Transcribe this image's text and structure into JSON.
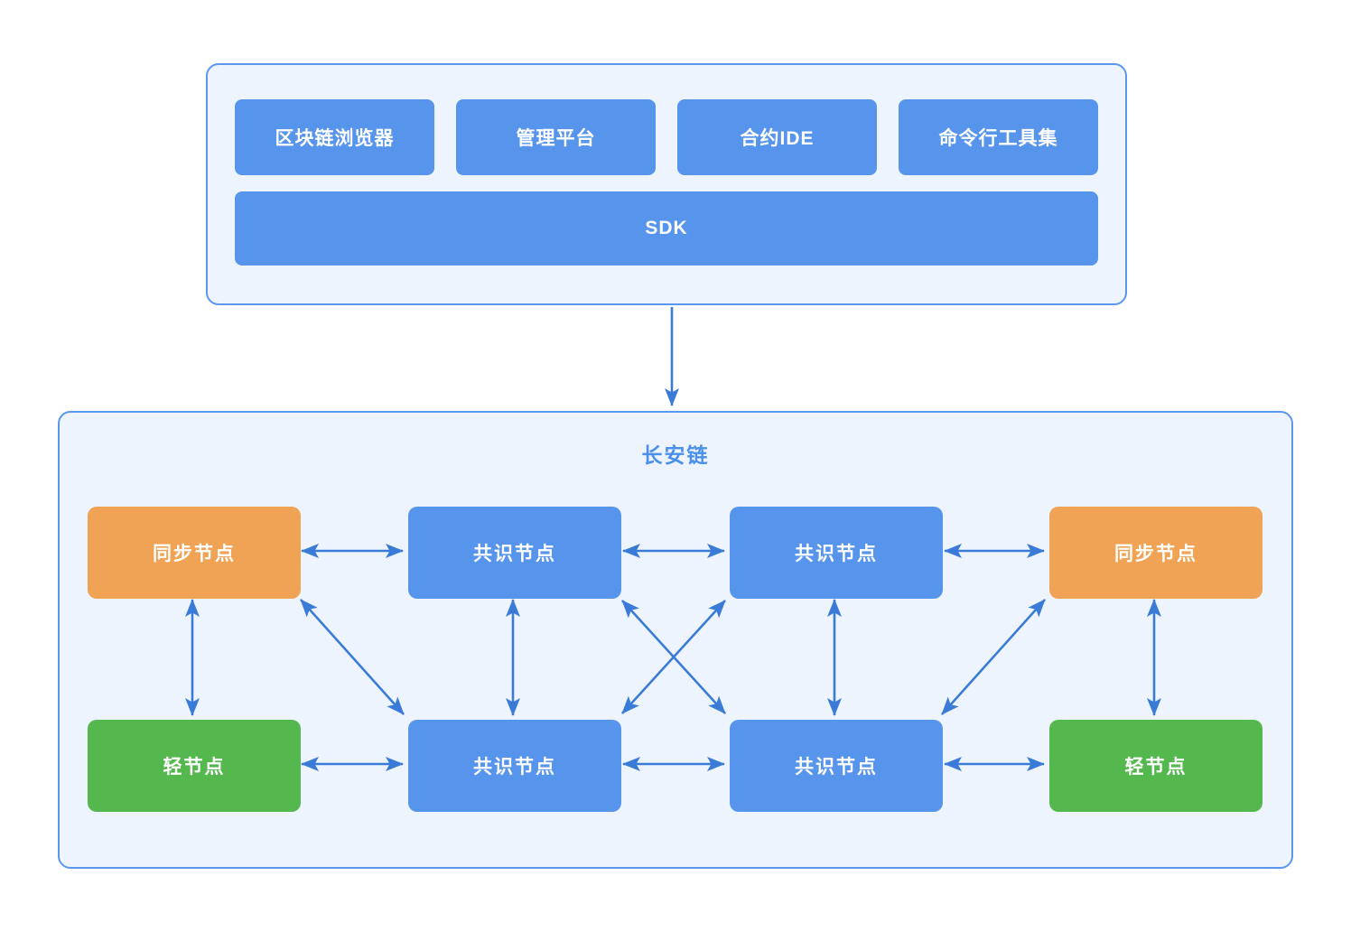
{
  "app_layer": {
    "items": [
      {
        "id": "blockchain-explorer",
        "label": "区块链浏览器"
      },
      {
        "id": "management-platform",
        "label": "管理平台"
      },
      {
        "id": "contract-ide",
        "label": "合约IDE"
      },
      {
        "id": "cli-toolset",
        "label": "命令行工具集"
      }
    ],
    "sdk_label": "SDK"
  },
  "chain": {
    "title": "长安链",
    "nodes": [
      {
        "id": "sync-left",
        "label": "同步节点",
        "color": "orange"
      },
      {
        "id": "consensus-top-left",
        "label": "共识节点",
        "color": "blue"
      },
      {
        "id": "consensus-top-right",
        "label": "共识节点",
        "color": "blue"
      },
      {
        "id": "sync-right",
        "label": "同步节点",
        "color": "orange"
      },
      {
        "id": "light-left",
        "label": "轻节点",
        "color": "green"
      },
      {
        "id": "consensus-bottom-left",
        "label": "共识节点",
        "color": "blue"
      },
      {
        "id": "consensus-bottom-right",
        "label": "共识节点",
        "color": "blue"
      },
      {
        "id": "light-right",
        "label": "轻节点",
        "color": "green"
      }
    ],
    "edges": [
      {
        "from": "app-layer",
        "to": "chain",
        "bidirectional": false
      },
      {
        "from": "sync-left",
        "to": "consensus-top-left",
        "bidirectional": true
      },
      {
        "from": "consensus-top-left",
        "to": "consensus-top-right",
        "bidirectional": true
      },
      {
        "from": "consensus-top-right",
        "to": "sync-right",
        "bidirectional": true
      },
      {
        "from": "light-left",
        "to": "consensus-bottom-left",
        "bidirectional": true
      },
      {
        "from": "consensus-bottom-left",
        "to": "consensus-bottom-right",
        "bidirectional": true
      },
      {
        "from": "consensus-bottom-right",
        "to": "light-right",
        "bidirectional": true
      },
      {
        "from": "sync-left",
        "to": "light-left",
        "bidirectional": true
      },
      {
        "from": "consensus-top-left",
        "to": "consensus-bottom-left",
        "bidirectional": true
      },
      {
        "from": "consensus-top-right",
        "to": "consensus-bottom-right",
        "bidirectional": true
      },
      {
        "from": "sync-right",
        "to": "light-right",
        "bidirectional": true
      },
      {
        "from": "sync-left",
        "to": "consensus-bottom-left",
        "bidirectional": true
      },
      {
        "from": "sync-right",
        "to": "consensus-bottom-right",
        "bidirectional": true
      },
      {
        "from": "consensus-top-left",
        "to": "consensus-bottom-right",
        "bidirectional": true
      },
      {
        "from": "consensus-top-right",
        "to": "consensus-bottom-left",
        "bidirectional": true
      }
    ]
  },
  "colors": {
    "node_blue": "#5794ec",
    "node_orange": "#f0a355",
    "node_green": "#55b84e",
    "panel_background": "#edf4fd",
    "panel_border": "#5b97ee",
    "arrow": "#3b7bd8",
    "title_text": "#4a8fe8",
    "node_text": "#ffffff"
  }
}
